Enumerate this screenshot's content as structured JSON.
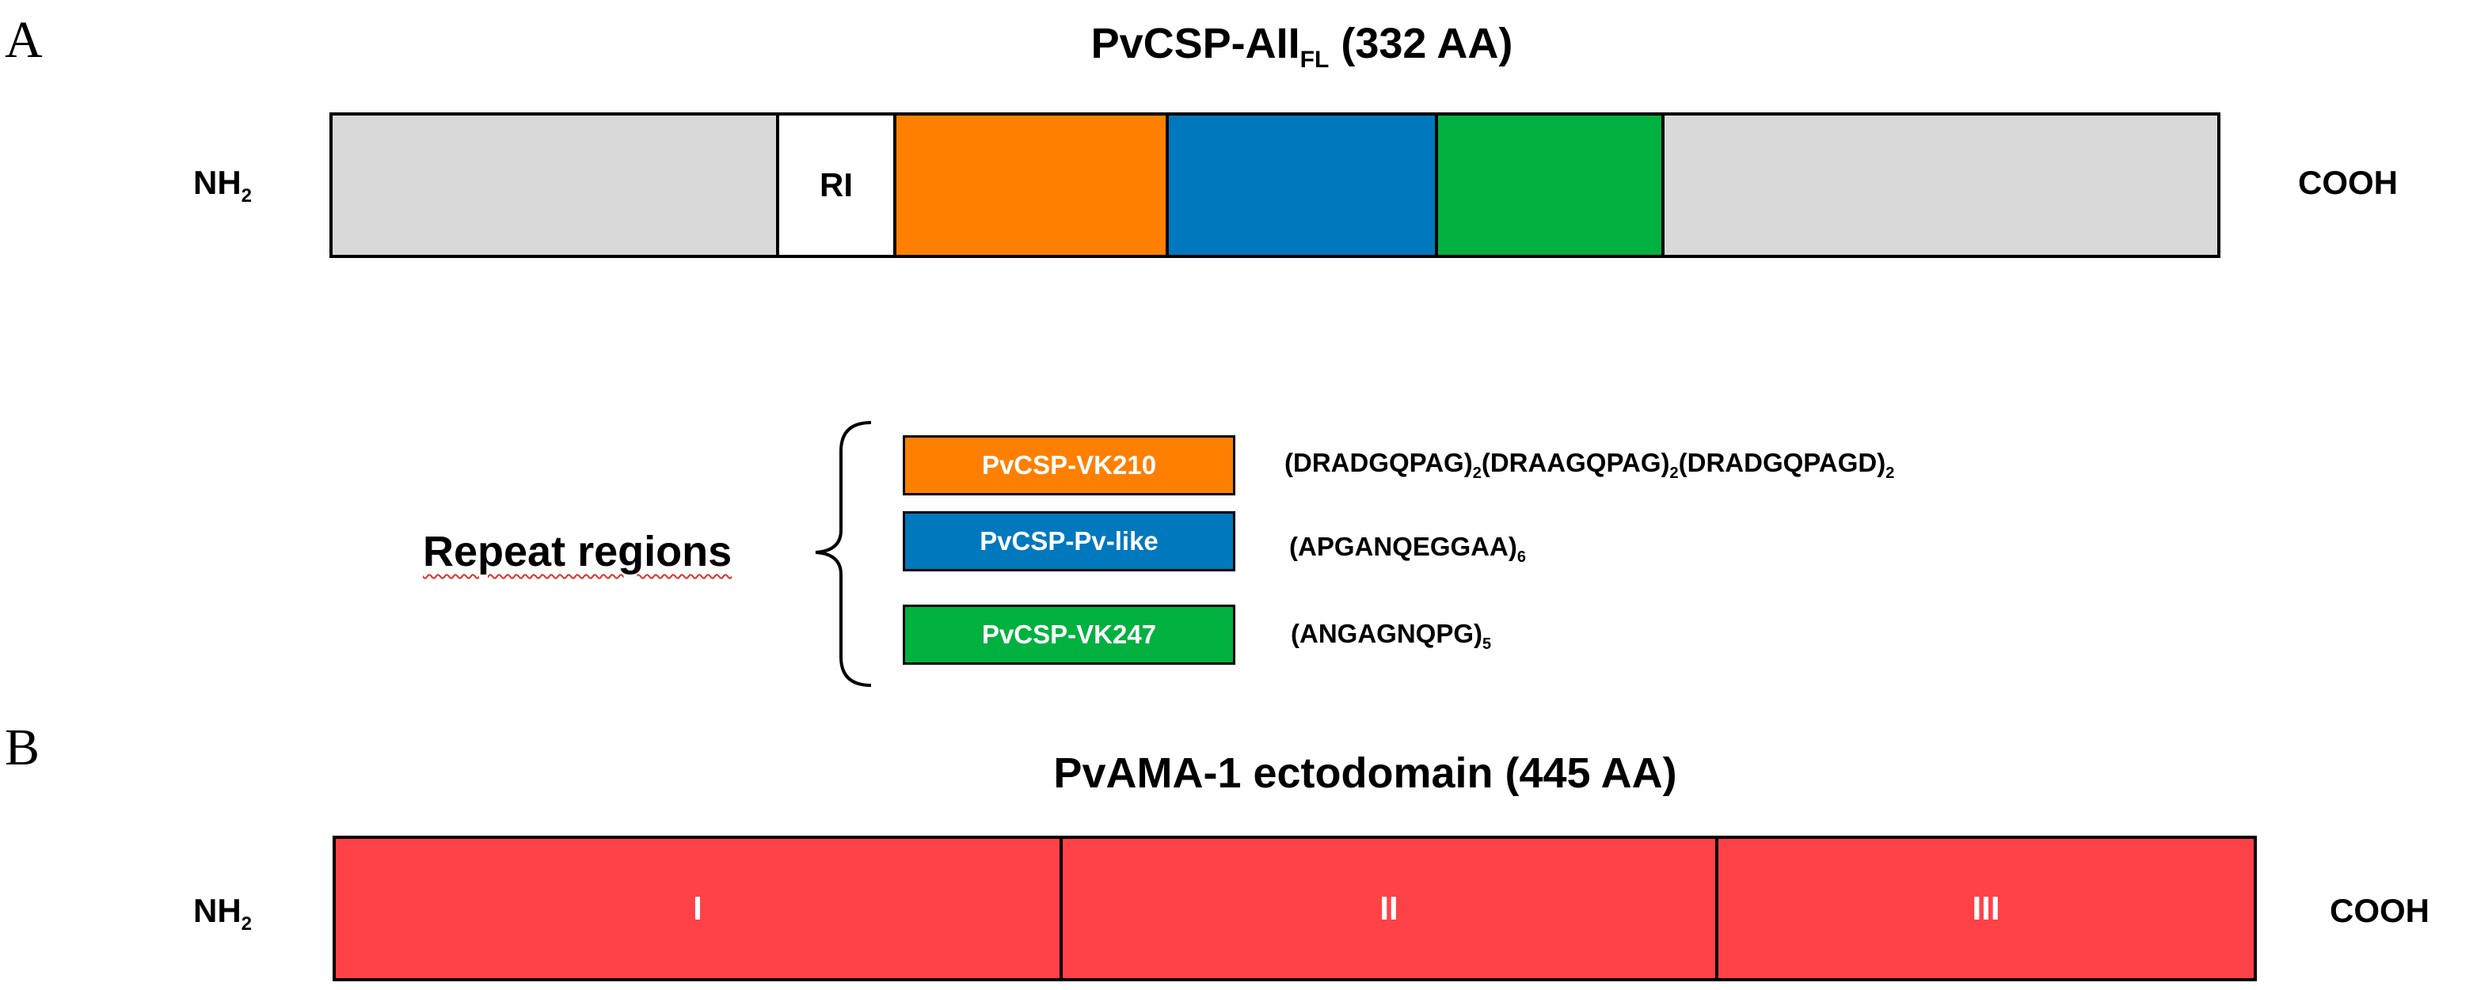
{
  "panel_a": {
    "letter": "A",
    "title": {
      "main": "PvCSP-AII",
      "sub": "FL",
      "suffix": " (332 AA)"
    },
    "n_terminus": {
      "main": "NH",
      "sub": "2"
    },
    "c_terminus": "COOH",
    "segments": [
      {
        "label": "",
        "color": "#d9d9d9"
      },
      {
        "label": "RI",
        "color": "#ffffff"
      },
      {
        "label": "",
        "color": "#ff8000"
      },
      {
        "label": "",
        "color": "#0078be"
      },
      {
        "label": "",
        "color": "#00b140"
      },
      {
        "label": "",
        "color": "#d9d9d9"
      }
    ],
    "repeat_regions_label": "Repeat regions",
    "repeats": [
      {
        "name": "PvCSP-VK210",
        "color": "#ff8000",
        "sequence": [
          [
            "(DRADGQPAG)",
            "2"
          ],
          [
            "(DRAAGQPAG)",
            "2"
          ],
          [
            "(DRADGQPAGD)",
            "2"
          ]
        ]
      },
      {
        "name": "PvCSP-Pv-like",
        "color": "#0078be",
        "sequence": [
          [
            "(APGANQEGGAA)",
            "6"
          ]
        ]
      },
      {
        "name": "PvCSP-VK247",
        "color": "#00b140",
        "sequence": [
          [
            "(ANGAGNQPG)",
            "5"
          ]
        ]
      }
    ]
  },
  "panel_b": {
    "letter": "B",
    "title": "PvAMA-1 ectodomain (445 AA)",
    "n_terminus": {
      "main": "NH",
      "sub": "2"
    },
    "c_terminus": "COOH",
    "segments": [
      {
        "label": "I",
        "color": "#ff4248"
      },
      {
        "label": "II",
        "color": "#ff4248"
      },
      {
        "label": "III",
        "color": "#ff4248"
      }
    ]
  }
}
